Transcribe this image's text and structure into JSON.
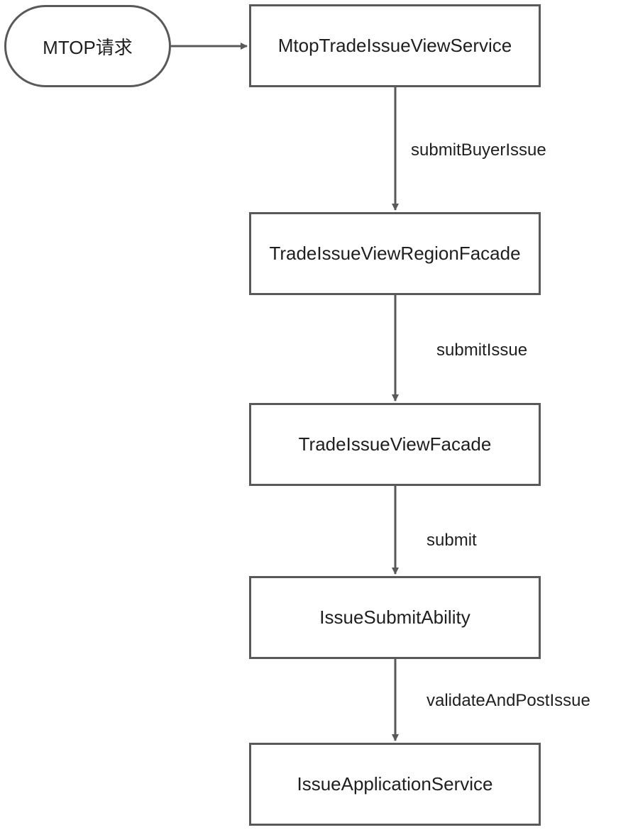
{
  "diagram": {
    "start_node": "MTOP请求",
    "nodes": [
      "MtopTradeIssueViewService",
      "TradeIssueViewRegionFacade",
      "TradeIssueViewFacade",
      "IssueSubmitAbility",
      "IssueApplicationService"
    ],
    "edge_labels": [
      "submitBuyerIssue",
      "submitIssue",
      "submit",
      "validateAndPostIssue"
    ],
    "colors": {
      "stroke": "#595959",
      "text": "#1f1f1f",
      "background": "#ffffff"
    }
  }
}
